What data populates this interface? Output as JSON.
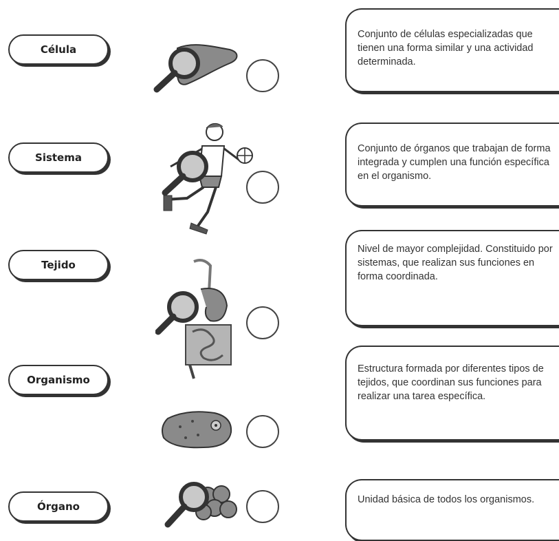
{
  "terms": [
    {
      "label": "Célula"
    },
    {
      "label": "Sistema"
    },
    {
      "label": "Tejido"
    },
    {
      "label": "Organismo"
    },
    {
      "label": "Órgano"
    }
  ],
  "definitions": [
    {
      "text": "Conjunto de células especializadas que tienen una forma similar y una actividad determinada."
    },
    {
      "text": "Conjunto de órganos que trabajan de forma integrada y cumplen una función específica en el organismo."
    },
    {
      "text": "Nivel de mayor complejidad. Constituido por sistemas, que realizan sus funciones en forma coordinada."
    },
    {
      "text": "Estructura formada por diferentes tipos de tejidos, que coordinan sus funciones para realizar una tarea específica."
    },
    {
      "text": "Unidad básica de todos los organismos."
    }
  ],
  "illustrations": [
    {
      "icon": "liver-organ-icon"
    },
    {
      "icon": "basketball-player-icon"
    },
    {
      "icon": "digestive-system-icon"
    },
    {
      "icon": "cell-icon"
    },
    {
      "icon": "tissue-cells-icon"
    }
  ],
  "colors": {
    "outline": "#333333",
    "illustration_gray": "#8a8a8a"
  }
}
